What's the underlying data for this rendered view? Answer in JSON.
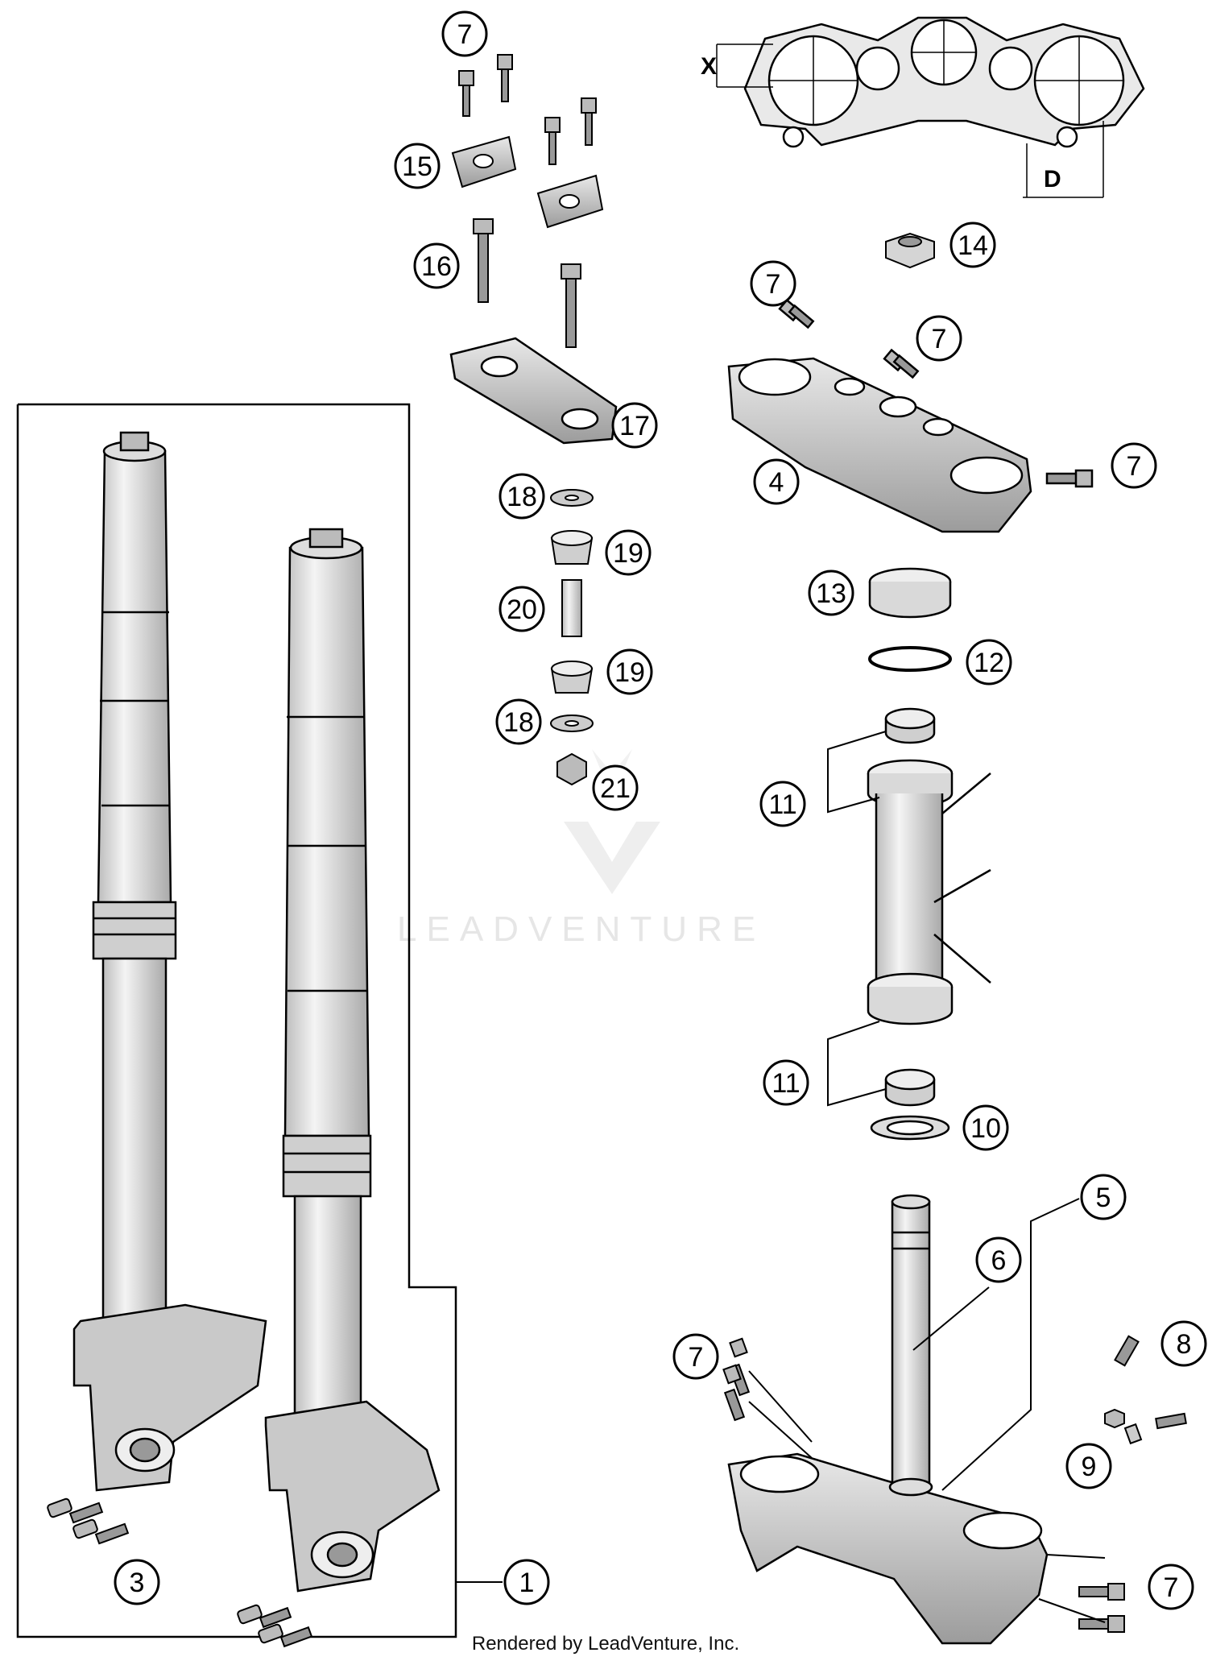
{
  "diagram": {
    "footer_text": "Rendered by LeadVenture, Inc.",
    "watermark_text": "LEADVENTURE",
    "dimension_labels": {
      "x": "X",
      "d": "D"
    },
    "callouts": {
      "c1": "1",
      "c3": "3",
      "c4": "4",
      "c5": "5",
      "c6": "6",
      "c7a": "7",
      "c7b": "7",
      "c7c": "7",
      "c7d": "7",
      "c7e": "7",
      "c7f": "7",
      "c8": "8",
      "c9": "9",
      "c10": "10",
      "c11a": "11",
      "c11b": "11",
      "c12": "12",
      "c13": "13",
      "c14": "14",
      "c15": "15",
      "c16": "16",
      "c17": "17",
      "c18a": "18",
      "c18b": "18",
      "c19a": "19",
      "c19b": "19",
      "c20": "20",
      "c21": "21"
    },
    "colors": {
      "line": "#000000",
      "shade": "#d9d9d9",
      "light": "#efefef",
      "watermark": "#e6e6e6"
    }
  }
}
